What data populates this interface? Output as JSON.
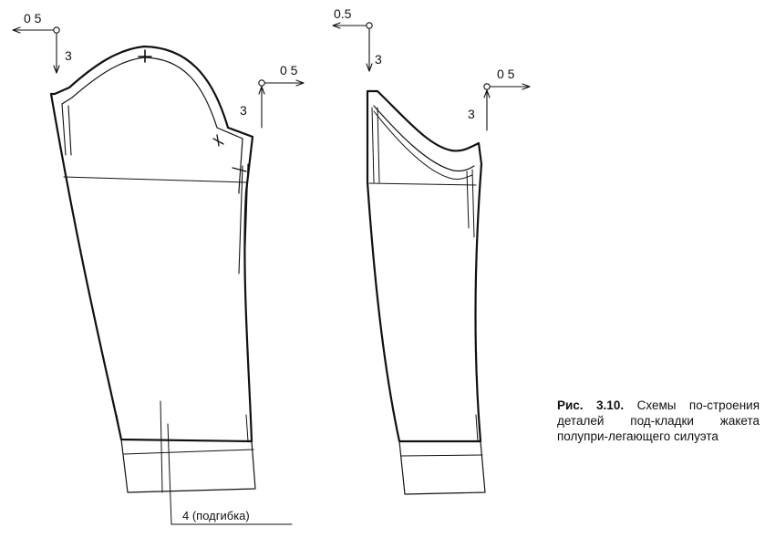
{
  "left_pattern": {
    "control_point_top": {
      "dx": "0 5",
      "dy": "3"
    },
    "control_point_right": {
      "dx": "0 5",
      "dy": "3"
    },
    "hem_note": "4 (подгибка)"
  },
  "right_pattern": {
    "control_point_top": {
      "dx": "0.5",
      "dy": "3"
    },
    "control_point_right": {
      "dx": "0 5",
      "dy": "3"
    }
  },
  "caption": {
    "figure": "Рис. 3.10.",
    "text": "Схемы по-строения деталей под-кладки жакета полупри-легающего силуэта"
  }
}
